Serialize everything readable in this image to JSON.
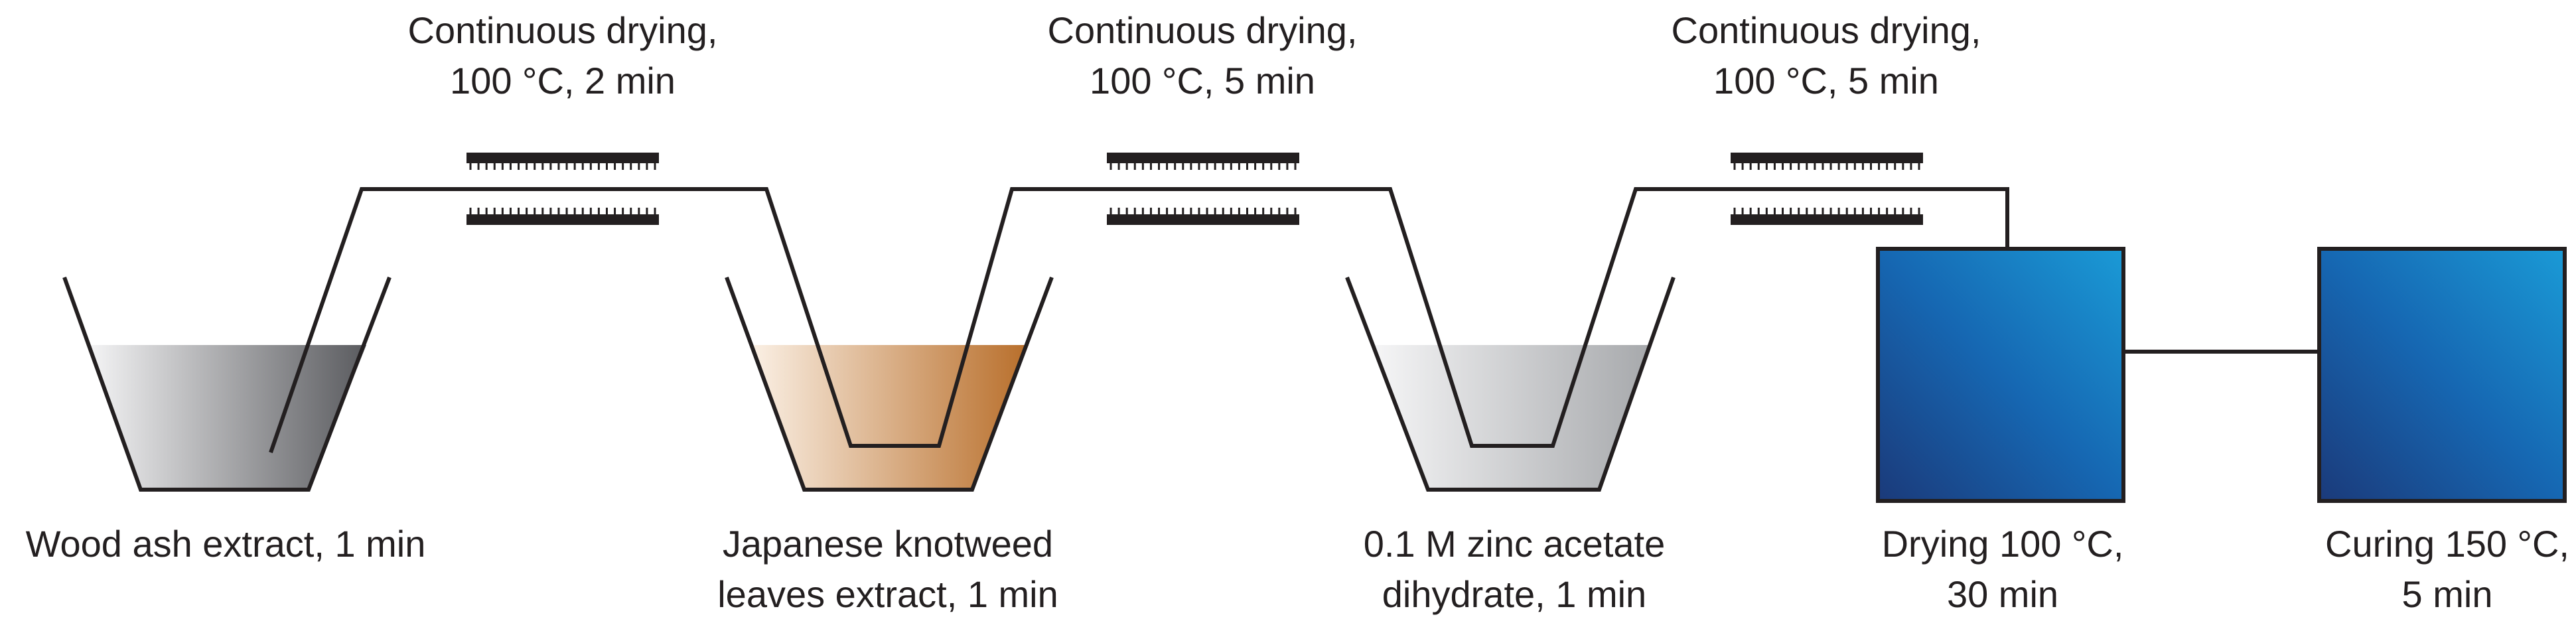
{
  "dryers": [
    {
      "line1": "Continuous drying,",
      "line2": "100 °C, 2 min"
    },
    {
      "line1": "Continuous drying,",
      "line2": "100 °C, 5 min"
    },
    {
      "line1": "Continuous drying,",
      "line2": "100 °C, 5 min"
    }
  ],
  "baths": [
    {
      "line1": "Wood ash extract, 1 min",
      "line2": ""
    },
    {
      "line1": "Japanese knotweed",
      "line2": "leaves extract, 1 min"
    },
    {
      "line1": "0.1 M zinc acetate",
      "line2": "dihydrate, 1 min"
    }
  ],
  "ovens": [
    {
      "line1": "Drying 100 °C,",
      "line2": "30 min"
    },
    {
      "line1": "Curing 150 °C,",
      "line2": "5 min"
    }
  ],
  "colors": {
    "line": "#231f20",
    "bath_gray": "#5a5b5f",
    "bath_brown": "#b86e2a",
    "bath_light_gray": "#a7a9ac",
    "oven_dark": "#1b3a7a",
    "oven_light": "#1a9ad6"
  }
}
